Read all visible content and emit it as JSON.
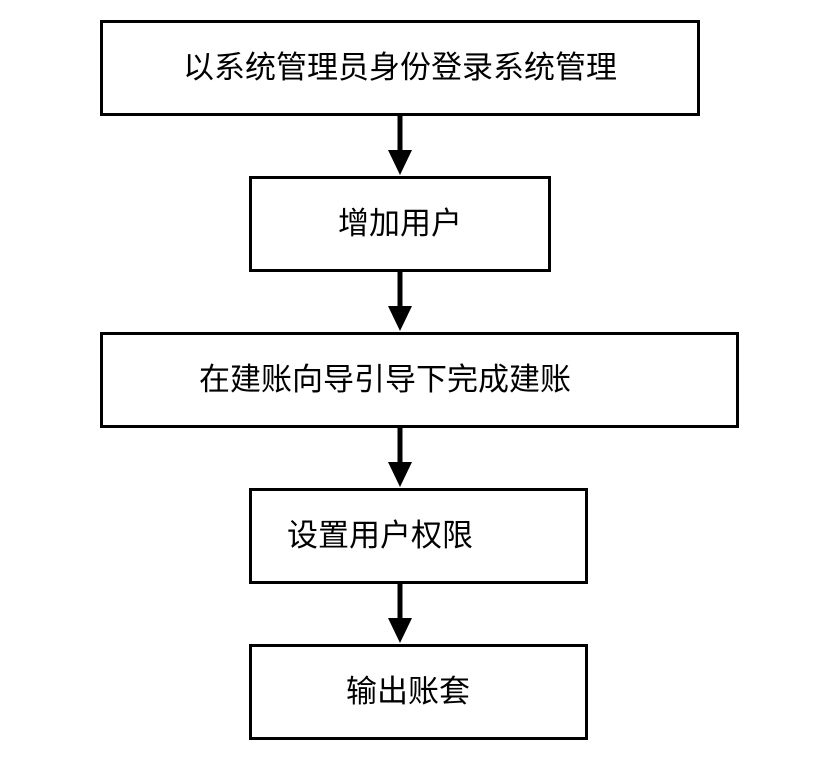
{
  "flowchart": {
    "steps": [
      {
        "id": "login",
        "label": "以系统管理员身份登录系统管理"
      },
      {
        "id": "add-user",
        "label": "增加用户"
      },
      {
        "id": "create-account",
        "label": "在建账向导引导下完成建账"
      },
      {
        "id": "set-permissions",
        "label": "设置用户权限"
      },
      {
        "id": "output-account-set",
        "label": "输出账套"
      }
    ],
    "connections": [
      {
        "from": "login",
        "to": "add-user"
      },
      {
        "from": "add-user",
        "to": "create-account"
      },
      {
        "from": "create-account",
        "to": "set-permissions"
      },
      {
        "from": "set-permissions",
        "to": "output-account-set"
      }
    ],
    "colors": {
      "stroke": "#000000",
      "fill": "#ffffff",
      "text": "#000000"
    }
  }
}
